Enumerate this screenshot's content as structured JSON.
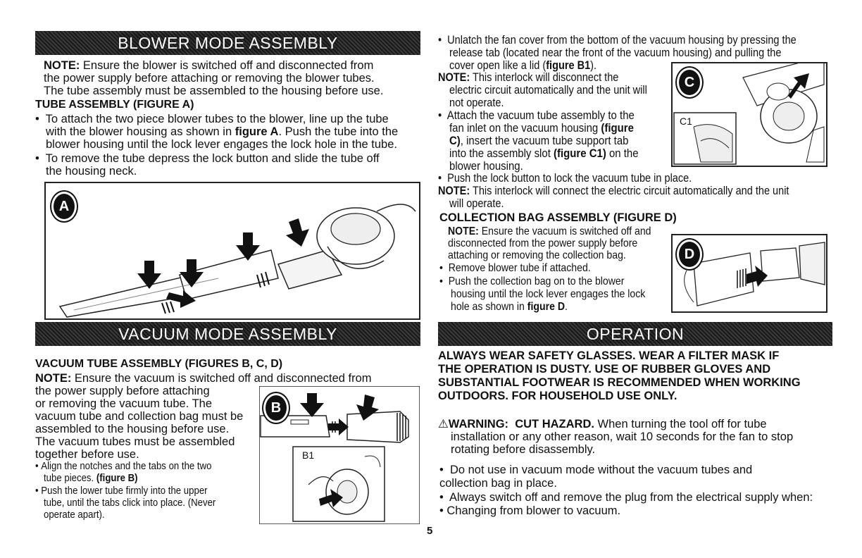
{
  "left": {
    "blower_banner": "BLOWER MODE ASSEMBLY",
    "note_label": "NOTE:",
    "note_line1": " Ensure the blower is switched off and disconnected from",
    "note_line2": "the power supply before attaching or removing the blower tubes.",
    "note_line3": "The  tube assembly must be assembled to the housing before use.",
    "tube_heading": "TUBE ASSEMBLY (FIGURE A)",
    "bullet1_a": "To attach the two piece blower tubes to the blower, line up the tube",
    "bullet1_b1": "with the blower housing as shown in ",
    "bullet1_b_fig": "figure A",
    "bullet1_b2": ". Push the tube into the",
    "bullet1_c": "blower housing until the lock lever engages the lock hole in the tube.",
    "bullet2_a": "To remove the tube depress the lock button and slide the tube off",
    "bullet2_b": "the housing neck.",
    "figA_label": "A",
    "vacuum_banner": "VACUUM MODE ASSEMBLY",
    "vac_heading": "VACUUM TUBE ASSEMBLY (FIGURES B, C, D)",
    "vac_note_label": "NOTE:",
    "vac_note_1": " Ensure the vacuum is switched off and disconnected from",
    "vac_note_2": "the power supply before attaching",
    "vac_note_3": "or removing the vacuum tube. The",
    "vac_note_4": "vacuum tube and collection bag must be",
    "vac_note_5": "assembled to the housing before use.",
    "vac_note_6": "The vacuum tubes must be assembled",
    "vac_note_7": "together before use.",
    "vac_b1_a": "Align the notches and the tabs on the two",
    "vac_b1_b1": "tube pieces. ",
    "vac_b1_b_fig": "(figure B)",
    "vac_b2_a": "Push the lower tube firmly into the upper",
    "vac_b2_b": "tube, until the tabs click into place. (Never",
    "vac_b2_c": "operate apart).",
    "figB_label": "B",
    "figB1_label": "B1"
  },
  "right": {
    "p1_a": "Unlatch the fan cover from the bottom of the vacuum housing by pressing the",
    "p1_b": "release tab (located near the front of the vacuum housing) and pulling the",
    "p1_c1": "cover open like a lid (",
    "p1_c_fig": "figure B1",
    "p1_c2": ").",
    "note1_label": "NOTE:",
    "note1_a": " This interlock will disconnect the",
    "note1_b": "electric circuit automatically and the unit will",
    "note1_c": "not operate.",
    "p2_a": "Attach the vacuum tube assembly to the",
    "p2_b1": "fan inlet on the vacuum housing ",
    "p2_b_fig": "(figure",
    "p2_c_fig": "C)",
    "p2_c2": ", insert the vacuum tube support tab",
    "p2_d1": "into the assembly slot ",
    "p2_d_fig": "(figure C1)",
    "p2_d2": " on the",
    "p2_e": "blower housing.",
    "p3": "Push the lock button to lock the vacuum tube in place.",
    "note2_label": "NOTE:",
    "note2_a": " This interlock will connect the electric circuit automatically and the unit",
    "note2_b": "will operate.",
    "figC_label": "C",
    "figC1_label": "C1",
    "bag_heading": "COLLECTION BAG ASSEMBLY (FIGURE D)",
    "bag_note_label": "NOTE:",
    "bag_note_a": " Ensure the vacuum is switched off and",
    "bag_note_b": "disconnected from the power supply before",
    "bag_note_c": "attaching or removing the collection bag.",
    "bag_b1": "Remove blower tube if attached.",
    "bag_b2_a": "Push the collection bag on to the blower",
    "bag_b2_b": "housing until the lock lever engages the lock",
    "bag_b2_c1": "hole as shown in ",
    "bag_b2_c_fig": "figure D",
    "bag_b2_c2": ".",
    "figD_label": "D",
    "operation_banner": "OPERATION",
    "safety_1": "ALWAYS WEAR SAFETY GLASSES. WEAR A FILTER MASK IF",
    "safety_2": "THE OPERATION IS DUSTY. USE OF RUBBER GLOVES AND",
    "safety_3": "SUBSTANTIAL FOOTWEAR IS RECOMMENDED WHEN WORKING",
    "safety_4": "OUTDOORS. FOR HOUSEHOLD USE ONLY.",
    "warning_label": "WARNING:",
    "warning_hazard": "CUT HAZARD.",
    "warning_1": " When turning the tool off for tube",
    "warning_2": "installation or any other reason, wait 10 seconds for the fan to stop",
    "warning_3": "rotating before disassembly.",
    "op_b1_a": "Do not use in vacuum mode without the vacuum tubes and",
    "op_b1_b": "collection bag in place.",
    "op_b2": "Always switch off and remove the plug from the electrical supply when:",
    "op_b3": "Changing from blower to vacuum."
  },
  "page_number": "5",
  "bullet_glyph": "•"
}
